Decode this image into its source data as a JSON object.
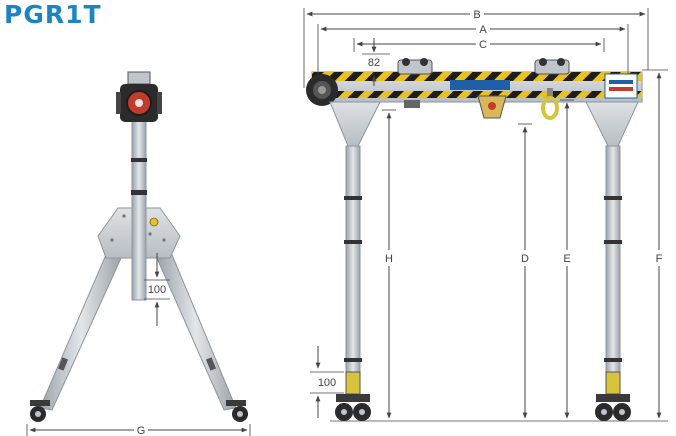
{
  "title": "PGR1T",
  "colors": {
    "title": "#1a84c6",
    "frame": "#c9ced3",
    "frame_dark": "#8d959c",
    "beam_top": "#222222",
    "beam_stripe": "#e9c21a",
    "beam_label": "#1f5fa8",
    "shackle": "#d8c43a",
    "dimension": "#444444"
  },
  "side_view": {
    "dimensions": {
      "height_adjust": "100",
      "base_width": "G"
    }
  },
  "front_view": {
    "dimensions": {
      "b": "B",
      "a": "A",
      "c": "C",
      "offset": "82",
      "h": "H",
      "d": "D",
      "e": "E",
      "f": "F",
      "height_adjust": "100"
    }
  }
}
